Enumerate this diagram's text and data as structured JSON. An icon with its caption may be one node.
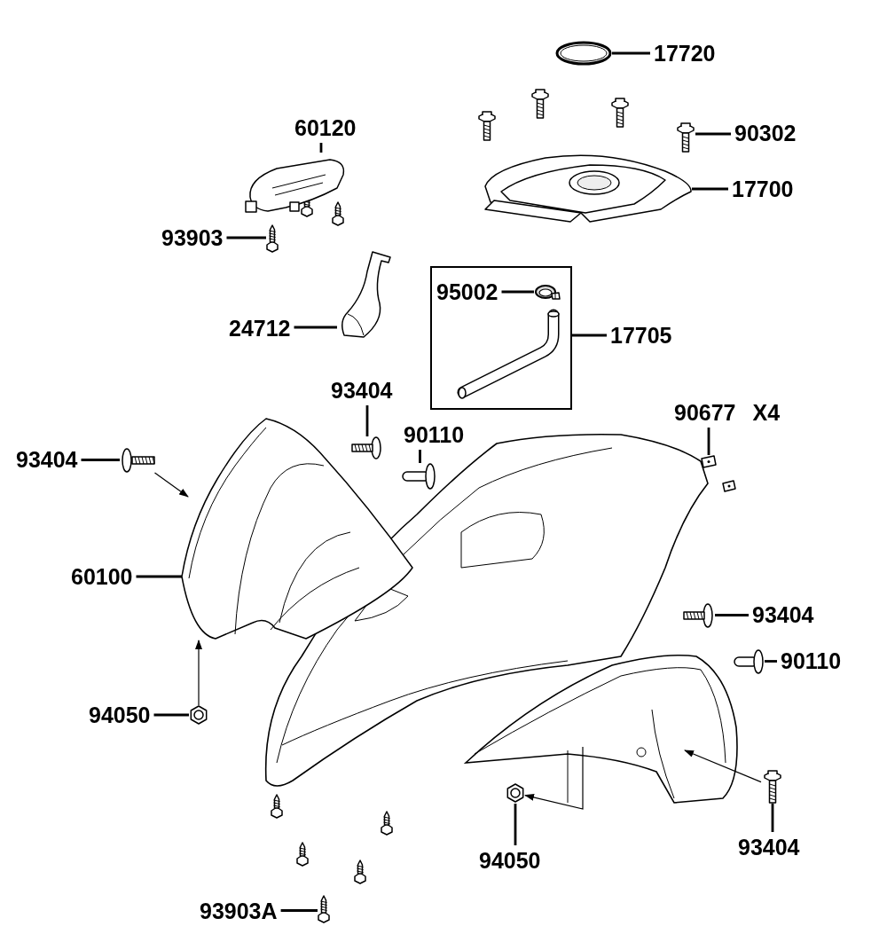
{
  "diagram": {
    "nodes": [
      {
        "text": [
          "17720"
        ]
      },
      {
        "text": [],
        "shape": "picture"
      },
      {
        "text": [
          "90302"
        ]
      },
      {
        "text": [],
        "shape": "picture"
      },
      {
        "text": [
          "17700"
        ]
      },
      {
        "text": [],
        "shape": "picture"
      },
      {
        "text": [
          "60120"
        ]
      },
      {
        "text": [],
        "shape": "picture"
      },
      {
        "text": [
          "93903"
        ]
      },
      {
        "text": [],
        "shape": "picture"
      },
      {
        "text": [
          "24712"
        ]
      },
      {
        "text": [],
        "shape": "picture"
      },
      {
        "text": [],
        "shape": "box"
      },
      {
        "text": [
          "95002"
        ],
        "in": 12
      },
      {
        "text": [],
        "shape": "picture",
        "in": 12
      },
      {
        "text": [],
        "shape": "picture",
        "in": 12
      },
      {
        "text": [
          "17705"
        ]
      },
      {
        "text": [
          "93404"
        ]
      },
      {
        "text": [],
        "shape": "picture"
      },
      {
        "text": [
          "90110"
        ]
      },
      {
        "text": [],
        "shape": "picture"
      },
      {
        "text": [
          "90677 X4"
        ]
      },
      {
        "text": [],
        "shape": "picture"
      },
      {
        "text": [
          "93404"
        ]
      },
      {
        "text": [],
        "shape": "picture"
      },
      {
        "text": [
          "60100"
        ]
      },
      {
        "text": [],
        "shape": "picture"
      },
      {
        "text": [
          "94050"
        ]
      },
      {
        "text": [],
        "shape": "picture"
      },
      {
        "text": [
          "93404"
        ]
      },
      {
        "text": [],
        "shape": "picture"
      },
      {
        "text": [
          "90110"
        ]
      },
      {
        "text": [],
        "shape": "picture"
      },
      {
        "text": [
          "93404"
        ]
      },
      {
        "text": [],
        "shape": "picture"
      },
      {
        "text": [
          "94050"
        ]
      },
      {
        "text": [],
        "shape": "picture"
      },
      {
        "text": [
          "93903A"
        ]
      },
      {
        "text": [],
        "shape": "picture"
      }
    ],
    "edges": [
      {
        "from": 0,
        "to": 1,
        "arrow": "none"
      },
      {
        "from": 2,
        "to": 3,
        "arrow": "none"
      },
      {
        "from": 4,
        "to": 5,
        "arrow": "none"
      },
      {
        "from": 6,
        "to": 7,
        "arrow": "none"
      },
      {
        "from": 8,
        "to": 9,
        "arrow": "none"
      },
      {
        "from": 10,
        "to": 11,
        "arrow": "none"
      },
      {
        "from": 13,
        "to": 14,
        "arrow": "none"
      },
      {
        "from": 16,
        "to": 12,
        "arrow": "none"
      },
      {
        "from": 17,
        "to": 18,
        "arrow": "none"
      },
      {
        "from": 19,
        "to": 20,
        "arrow": "none"
      },
      {
        "from": 21,
        "to": 22,
        "arrow": "none"
      },
      {
        "from": 23,
        "to": 24,
        "arrow": "none"
      },
      {
        "from": 24,
        "to": 26,
        "arrow": "to"
      },
      {
        "from": 25,
        "to": 26,
        "arrow": "none"
      },
      {
        "from": 27,
        "to": 28,
        "arrow": "none"
      },
      {
        "from": 28,
        "to": 26,
        "arrow": "to"
      },
      {
        "from": 29,
        "to": 30,
        "arrow": "none"
      },
      {
        "from": 31,
        "to": 32,
        "arrow": "none"
      },
      {
        "from": 33,
        "to": 34,
        "arrow": "none"
      },
      {
        "from": 34,
        "to": null,
        "arrow": "to"
      },
      {
        "from": 35,
        "to": 36,
        "arrow": "none"
      },
      {
        "from": null,
        "to": 36,
        "arrow": "to"
      },
      {
        "from": 37,
        "to": 38,
        "arrow": "none"
      }
    ]
  }
}
